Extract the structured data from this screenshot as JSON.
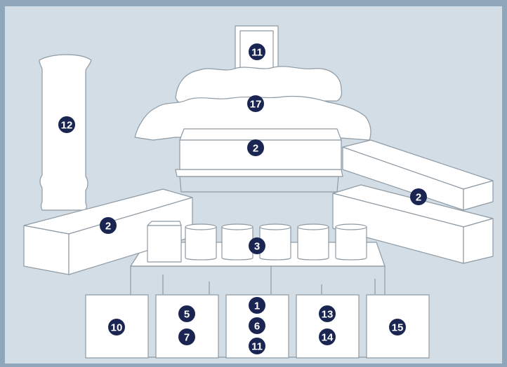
{
  "colors": {
    "background_border": "#8fa7bb",
    "panel": "#d3dde5",
    "shape_fill": "#ffffff",
    "shape_stroke": "#8e9aa4",
    "badge_fill": "#1a2552",
    "badge_text": "#ffffff"
  },
  "badges": {
    "portrait": "11",
    "flowers": "17",
    "coffin_center": "2",
    "coffin_left": "2",
    "coffin_right": "2",
    "offerings": "3",
    "lantern": "12",
    "box_1": "10",
    "box_2_top": "5",
    "box_2_bottom": "7",
    "box_3_top": "1",
    "box_3_middle": "6",
    "box_3_bottom": "11",
    "box_4_top": "13",
    "box_4_bottom": "14",
    "box_5": "15"
  }
}
